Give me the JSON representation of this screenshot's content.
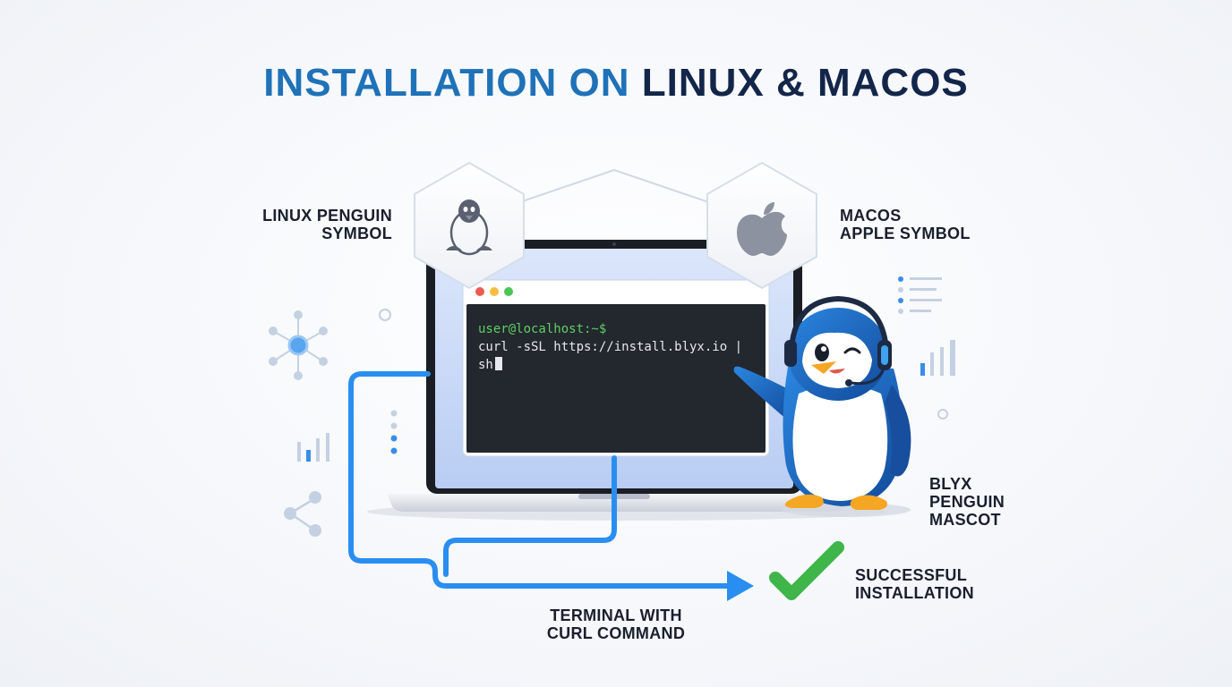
{
  "title": {
    "part1": "INSTALLATION ON",
    "part2": "LINUX & MACOS"
  },
  "labels": {
    "linux": [
      "LINUX PENGUIN",
      "SYMBOL"
    ],
    "macos": [
      "MACOS",
      "APPLE SYMBOL"
    ],
    "mascot": [
      "BLYX",
      "PENGUIN",
      "MASCOT"
    ],
    "success": [
      "SUCCESSFUL",
      "INSTALLATION"
    ],
    "terminal": [
      "TERMINAL WITH",
      "CURL COMMAND"
    ]
  },
  "terminal": {
    "prompt": "user@localhost:~$",
    "command": "curl -sSL https://install.blyx.io | sh"
  },
  "colors": {
    "accent_blue": "#1f72b8",
    "navy": "#13264a",
    "flow_line": "#2a8ef0",
    "check_green": "#3fb54a",
    "terminal_bg": "#23272e"
  },
  "icons": [
    "linux-penguin-icon",
    "apple-icon",
    "network-node-icon",
    "share-icon",
    "bar-chart-icon",
    "list-icon",
    "checkmark-icon"
  ]
}
